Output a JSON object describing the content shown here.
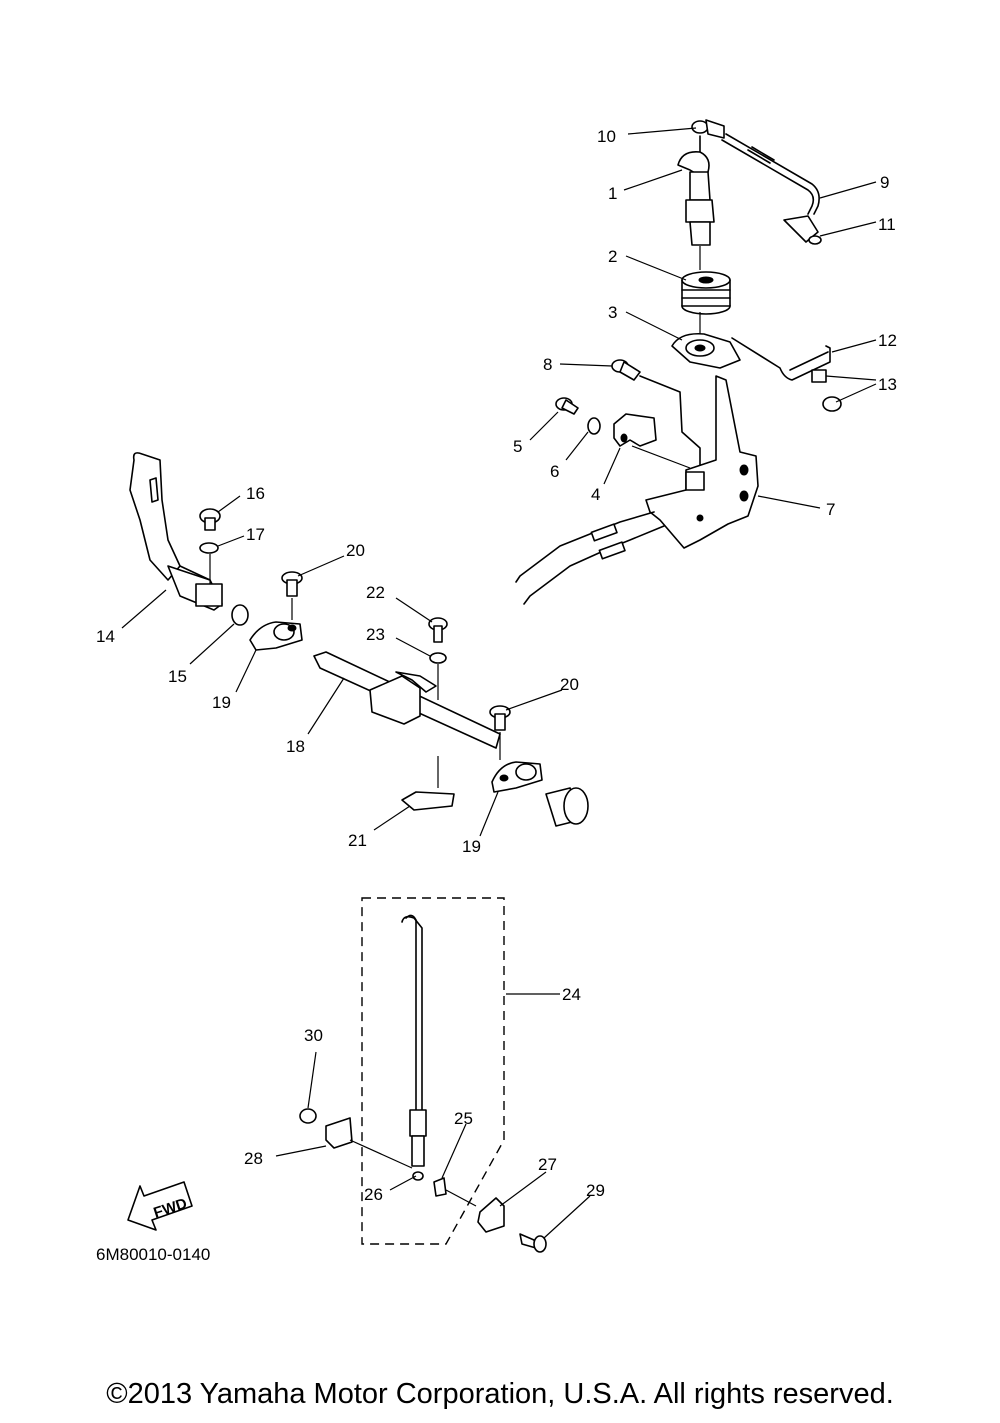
{
  "diagram": {
    "figure_code": "6M80010-0140",
    "fwd_label": "FWD",
    "callouts": {
      "c1": "1",
      "c2": "2",
      "c3": "3",
      "c4": "4",
      "c5": "5",
      "c6": "6",
      "c7": "7",
      "c8": "8",
      "c9": "9",
      "c10": "10",
      "c11": "11",
      "c12": "12",
      "c13": "13",
      "c14": "14",
      "c15": "15",
      "c16": "16",
      "c17": "17",
      "c18": "18",
      "c19a": "19",
      "c19b": "19",
      "c20a": "20",
      "c20b": "20",
      "c21": "21",
      "c22": "22",
      "c23": "23",
      "c24": "24",
      "c25": "25",
      "c26": "26",
      "c27": "27",
      "c28": "28",
      "c29": "29",
      "c30": "30"
    }
  },
  "footer": {
    "copyright": "©2013 Yamaha Motor Corporation, U.S.A. All rights reserved."
  }
}
